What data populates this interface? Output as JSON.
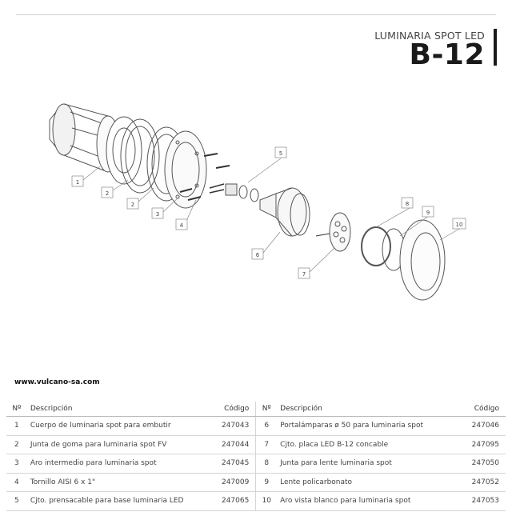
{
  "header": {
    "subtitle": "LUMINARIA SPOT LED",
    "model": "B-12"
  },
  "callouts": [
    "1",
    "2",
    "2",
    "3",
    "4",
    "5",
    "6",
    "7",
    "8",
    "9",
    "10"
  ],
  "website": "www.vulcano-sa.com",
  "table": {
    "col_no": "Nº",
    "col_desc": "Descripción",
    "col_code": "Código",
    "rows": [
      {
        "l_no": "1",
        "l_desc": "Cuerpo de luminaria spot para embutir",
        "l_code": "247043",
        "r_no": "6",
        "r_desc": "Portalámparas ø 50 para luminaria spot",
        "r_code": "247046"
      },
      {
        "l_no": "2",
        "l_desc": "Junta de goma para luminaria spot FV",
        "l_code": "247044",
        "r_no": "7",
        "r_desc": "Cjto. placa LED B-12 concable",
        "r_code": "247095"
      },
      {
        "l_no": "3",
        "l_desc": "Aro intermedio para luminaria spot",
        "l_code": "247045",
        "r_no": "8",
        "r_desc": "Junta para lente luminaria spot",
        "r_code": "247050"
      },
      {
        "l_no": "4",
        "l_desc": "Tornillo AISI 6 x 1\"",
        "l_code": "247009",
        "r_no": "9",
        "r_desc": "Lente policarbonato",
        "r_code": "247052"
      },
      {
        "l_no": "5",
        "l_desc": "Cjto. prensacable para base luminaria LED",
        "l_code": "247065",
        "r_no": "10",
        "r_desc": "Aro vista blanco para luminaria spot",
        "r_code": "247053"
      }
    ]
  }
}
